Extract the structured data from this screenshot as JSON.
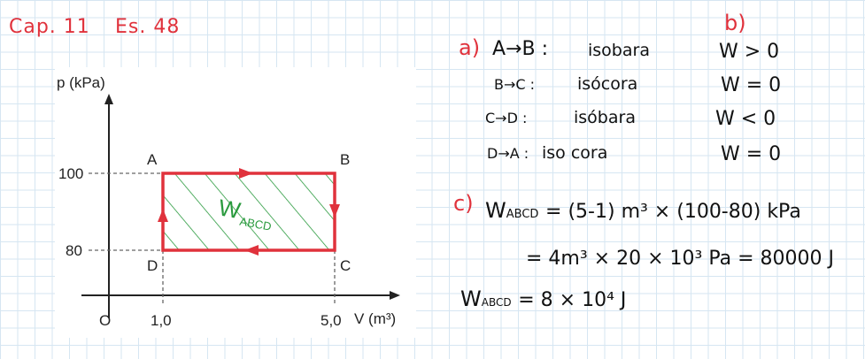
{
  "header": {
    "chapter": "Cap. 11",
    "exercise": "Es. 48"
  },
  "diagram": {
    "y_axis_label": "p (kPa)",
    "x_axis_label": "V (m³)",
    "origin_label": "O",
    "y_ticks": [
      "100",
      "80"
    ],
    "x_ticks": [
      "1,0",
      "5,0"
    ],
    "points": {
      "A": "A",
      "B": "B",
      "C": "C",
      "D": "D"
    },
    "area_label": "W",
    "area_subscript": "ABCD",
    "colors": {
      "cycle": "#e0323c",
      "hatch": "#2a9a3e",
      "axis": "#222222",
      "dashed": "#666666"
    }
  },
  "answers": {
    "part_a_label": "a)",
    "part_b_label": "b)",
    "part_c_label": "c)",
    "rows": [
      {
        "transition": "A→B :",
        "process": "isobara",
        "work": "W > 0"
      },
      {
        "transition": "B→C :",
        "process": "isócora",
        "work": "W = 0"
      },
      {
        "transition": "C→D :",
        "process": "isóbara",
        "work": "W < 0"
      },
      {
        "transition": "D→A :",
        "process": "iso cora",
        "work": "W = 0"
      }
    ]
  },
  "calculation": {
    "w1": "W",
    "w1_sub": "ABCD",
    "line1": "= (5-1) m³ × (100-80) kPa",
    "line2": "= 4m³ × 20 × 10³ Pa = 80000 J",
    "w2": "W",
    "w2_sub": "ABCD",
    "line3": "= 8 × 10⁴ J"
  }
}
